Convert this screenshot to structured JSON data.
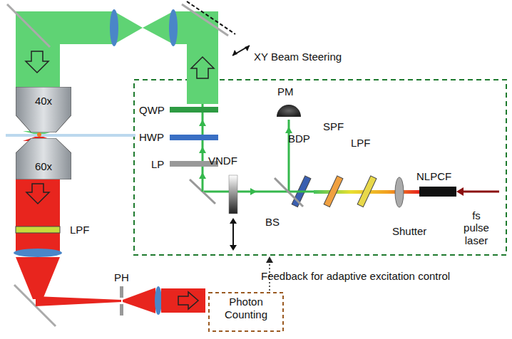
{
  "diagram": {
    "nodes": [
      {
        "text": [
          "40x"
        ]
      },
      {
        "text": [
          "60x"
        ]
      },
      {
        "text": [
          "Photon Counting"
        ]
      }
    ],
    "labels": [
      "XY Beam Steering",
      "QWP",
      "HWP",
      "LP",
      "PM",
      "VNDF",
      "BS",
      "BDP",
      "SPF",
      "LPF",
      "NLPCF",
      "Shutter",
      "fs pulse laser",
      "LPF",
      "PH",
      "Feedback for adaptive excitation control"
    ]
  }
}
